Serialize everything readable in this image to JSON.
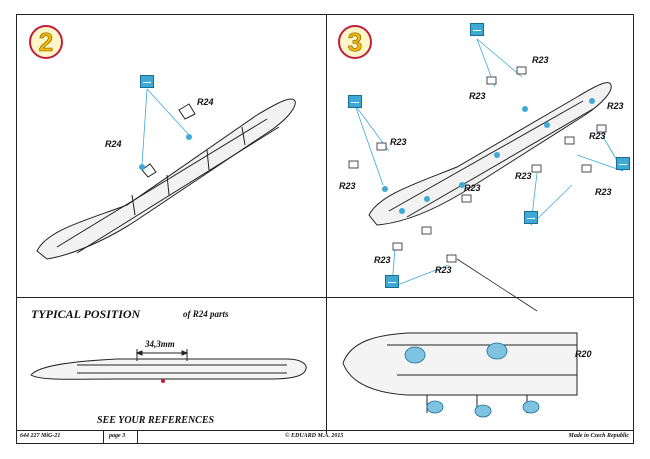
{
  "steps": {
    "step2": "2",
    "step3": "3"
  },
  "labels": {
    "r24_a": "R24",
    "r24_b": "R24",
    "r23_1": "R23",
    "r23_2": "R23",
    "r23_3": "R23",
    "r23_4": "R23",
    "r23_5": "R23",
    "r23_6": "R23",
    "r23_7": "R23",
    "r23_8": "R23",
    "r23_9": "R23",
    "r23_10": "R23",
    "r23_11": "R23",
    "r20": "R20"
  },
  "typical": {
    "title": "TYPICAL POSITION",
    "subtitle": "of R24 parts",
    "dimension": "34,3mm",
    "note": "SEE YOUR REFERENCES"
  },
  "footer": {
    "code": "644 227  MiG-21",
    "page": "page 3",
    "copyright": "© EDUARD  M.A. 2015",
    "made_in": "Made in Czech Republic"
  },
  "colors": {
    "accent_blue": "#3fa9d6",
    "step_border": "#c0203c",
    "step_fill": "#fff7c8"
  }
}
